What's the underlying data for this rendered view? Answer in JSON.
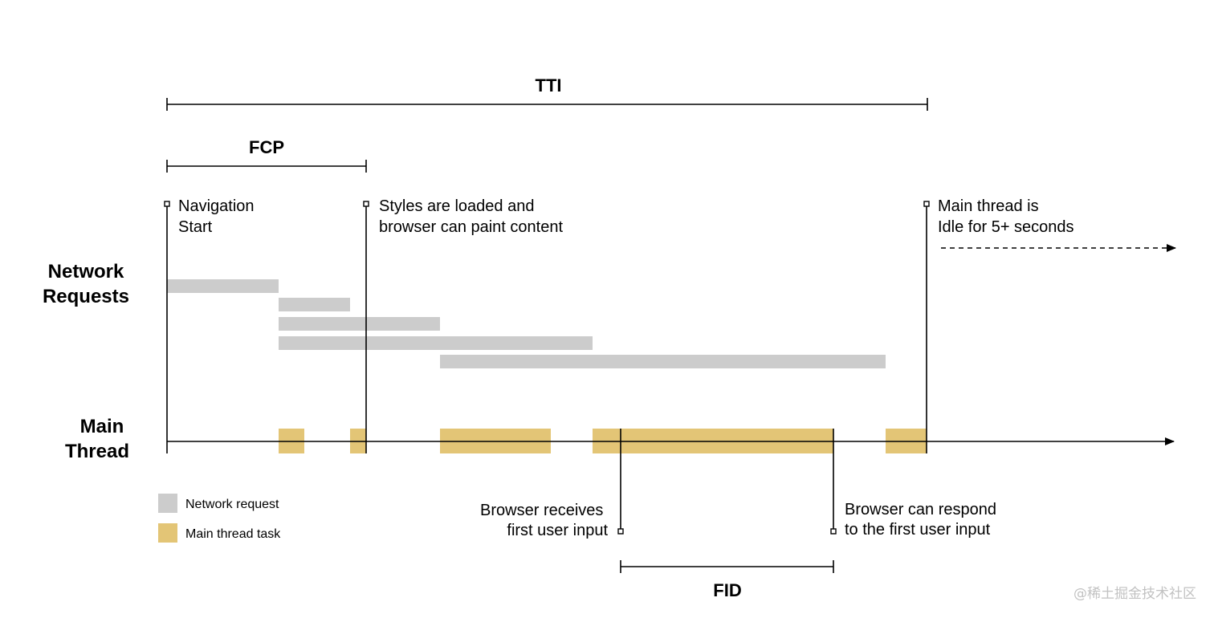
{
  "metrics": {
    "tti": "TTI",
    "fcp": "FCP",
    "fid": "FID"
  },
  "rows": {
    "network": [
      "Network",
      "Requests"
    ],
    "main": [
      "Main",
      "Thread"
    ]
  },
  "annotations": {
    "navigation": [
      "Navigation",
      "Start"
    ],
    "styles": [
      "Styles are loaded and",
      "browser can paint content"
    ],
    "idle": [
      "Main thread is",
      "Idle for 5+ seconds"
    ],
    "receives": [
      "Browser receives",
      "first user input"
    ],
    "respond": [
      "Browser can respond",
      "to the first user input"
    ]
  },
  "legend": {
    "network": "Network request",
    "task": "Main thread task"
  },
  "colors": {
    "network_request": "#cccccc",
    "main_thread_task": "#e3c576",
    "line": "#000000"
  },
  "watermark": "@稀土掘金技术社区"
}
